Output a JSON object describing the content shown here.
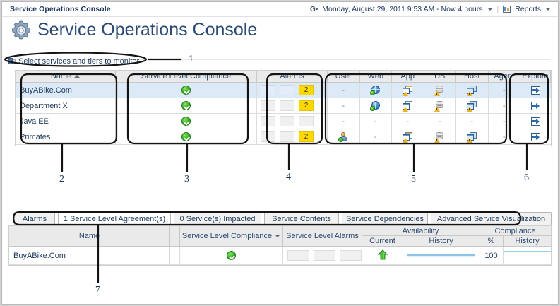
{
  "window": {
    "app_title": "Service Operations Console",
    "page_title": "Service Operations Console",
    "gear_icon": "gear-icon"
  },
  "header_right": {
    "clock_icon": "clock-icon",
    "time_range": "Monday, August 29, 2011 9:53 AM - Now 4 hours",
    "time_caret": "chevron-down-icon",
    "divider": "|",
    "reports_icon": "reports-icon",
    "reports_label": "Reports",
    "reports_caret": "chevron-down-icon"
  },
  "selector": {
    "icon": "select-services-icon",
    "label": "Select services and tiers to monitor"
  },
  "services_grid": {
    "headers": {
      "name": "Name",
      "name_sort": "ascending",
      "slc": "Service Level Compliance",
      "alarms": "Alarms",
      "explore": "Explore"
    },
    "tier_headers": [
      "User",
      "Web",
      "App",
      "DB",
      "Host",
      "Agent"
    ],
    "rows": [
      {
        "name": "BuyABike.Com",
        "selected": true,
        "slc": "ok",
        "alarms": [
          "empty",
          "empty",
          "2"
        ],
        "tiers": [
          "-",
          "globe-ok",
          "app-warn",
          "db-warn",
          "host-warn",
          "-"
        ],
        "explore": "explore-icon"
      },
      {
        "name": "Department X",
        "selected": false,
        "slc": "ok",
        "alarms": [
          "empty",
          "empty",
          "2"
        ],
        "tiers": [
          "-",
          "globe-ok",
          "app-warn",
          "db-warn",
          "host-warn",
          "-"
        ],
        "explore": "explore-icon"
      },
      {
        "name": "Java EE",
        "selected": false,
        "slc": "ok",
        "alarms": [
          "empty",
          "empty",
          "empty"
        ],
        "tiers": [
          "-",
          "-",
          "-",
          "-",
          "-",
          "-"
        ],
        "explore": "explore-icon"
      },
      {
        "name": "Primates",
        "selected": false,
        "slc": "ok",
        "alarms": [
          "empty",
          "empty",
          "2"
        ],
        "tiers": [
          "user-ok",
          "-",
          "app-warn",
          "db-warn",
          "host-warn",
          "-"
        ],
        "explore": "explore-icon"
      }
    ]
  },
  "detail_panel": {
    "tabs": [
      {
        "label": "Alarms",
        "active": false
      },
      {
        "label": "1 Service Level Agreement(s)",
        "active": true
      },
      {
        "label": "0 Service(s) Impacted",
        "active": false
      },
      {
        "label": "Service Contents",
        "active": false
      },
      {
        "label": "Service Dependencies",
        "active": false
      },
      {
        "label": "Advanced Service Visualization",
        "active": false
      }
    ],
    "headers": {
      "name": "Name",
      "slc": "Service Level Compliance",
      "slc_sort": "descending",
      "sla": "Service Level Alarms",
      "availability": "Availability",
      "availability_current": "Current",
      "availability_history": "History",
      "compliance": "Compliance",
      "compliance_pct": "%",
      "compliance_history": "History"
    },
    "rows": [
      {
        "name": "BuyABike.Com",
        "slc": "ok",
        "sla": [
          "empty",
          "empty",
          "empty"
        ],
        "availability_current": "up-arrow",
        "availability_history": "sparkline",
        "compliance_pct": "100",
        "compliance_history": "sparkline"
      }
    ]
  },
  "callouts": [
    {
      "num": "1"
    },
    {
      "num": "2"
    },
    {
      "num": "3"
    },
    {
      "num": "4"
    },
    {
      "num": "5"
    },
    {
      "num": "6"
    },
    {
      "num": "7"
    }
  ],
  "colors": {
    "accent": "#2b4a74",
    "alarm_yellow": "#ffd800",
    "ok_green": "#36ad22",
    "row_select": "#dce9f7",
    "sparkline": "#8ec4e8"
  }
}
